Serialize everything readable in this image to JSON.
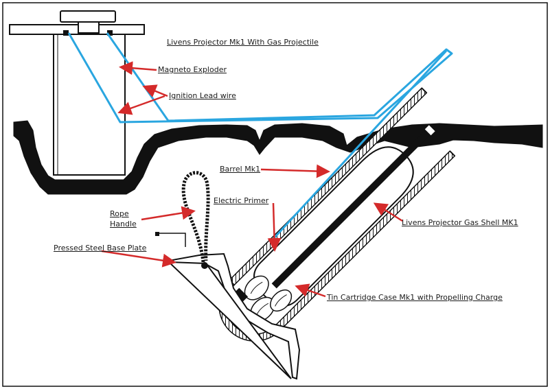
{
  "title": "Livens Projector Mk1 With Gas Projectile",
  "labels": {
    "magneto_exploder": "Magneto Exploder",
    "ignition_lead_wire": "Ignition Lead wire",
    "barrel": "Barrel Mk1",
    "electric_primer": "Electric Primer",
    "rope_handle_line1": "Rope",
    "rope_handle_line2": "Handle",
    "base_plate": "Pressed Steel Base Plate",
    "gas_shell": "Livens Projector Gas Shell MK1",
    "cartridge": "Tin Cartridge Case Mk1 with Propelling Charge"
  },
  "colors": {
    "ink": "#111111",
    "wire": "#2aa6e0",
    "arrow": "#d42a2a",
    "paper": "#ffffff"
  }
}
